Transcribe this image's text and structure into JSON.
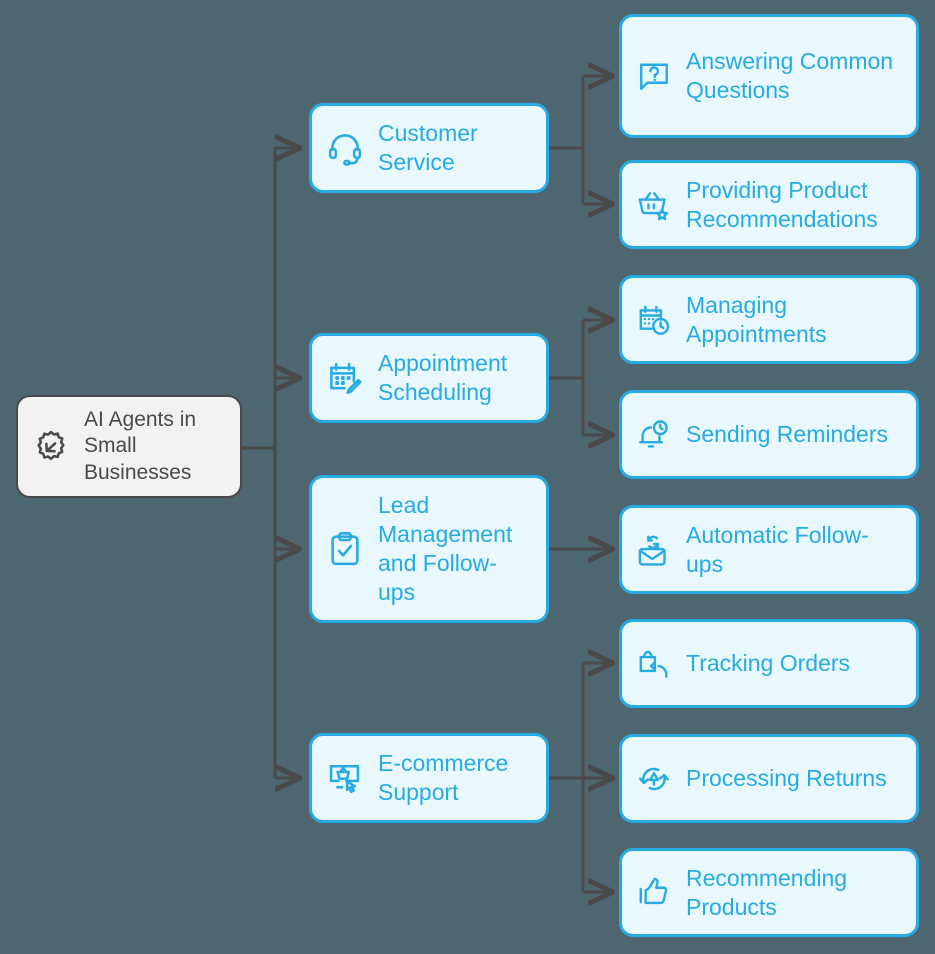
{
  "diagram": {
    "type": "mind-map",
    "title": "AI Agents in Small Businesses",
    "background_color": "#4d6670",
    "accent_color": "#27abe2",
    "node_fill_color": "#e8f8fd",
    "root_fill_color": "#f2f2f2",
    "root_border_color": "#4a4a4a",
    "connector_color": "#4a4a4a"
  },
  "root": {
    "label": "AI Agents in Small Businesses",
    "icon": "gear-star-icon"
  },
  "branches": [
    {
      "label": "Customer Service",
      "icon": "headset-icon",
      "children": [
        {
          "label": "Answering Common Questions",
          "icon": "question-speech-bubble-icon"
        },
        {
          "label": "Providing Product Recommendations",
          "icon": "basket-star-icon"
        }
      ]
    },
    {
      "label": "Appointment Scheduling",
      "icon": "calendar-pencil-icon",
      "children": [
        {
          "label": "Managing Appointments",
          "icon": "calendar-clock-icon"
        },
        {
          "label": "Sending Reminders",
          "icon": "bell-clock-icon"
        }
      ]
    },
    {
      "label": "Lead Management and Follow-ups",
      "icon": "clipboard-check-icon",
      "children": [
        {
          "label": "Automatic Follow-ups",
          "icon": "envelope-refresh-icon"
        }
      ]
    },
    {
      "label": "E-commerce Support",
      "icon": "monitor-basket-cursor-icon",
      "children": [
        {
          "label": "Tracking Orders",
          "icon": "package-arrow-icon"
        },
        {
          "label": "Processing Returns",
          "icon": "return-arrows-icon"
        },
        {
          "label": "Recommending Products",
          "icon": "thumbs-up-icon"
        }
      ]
    }
  ]
}
